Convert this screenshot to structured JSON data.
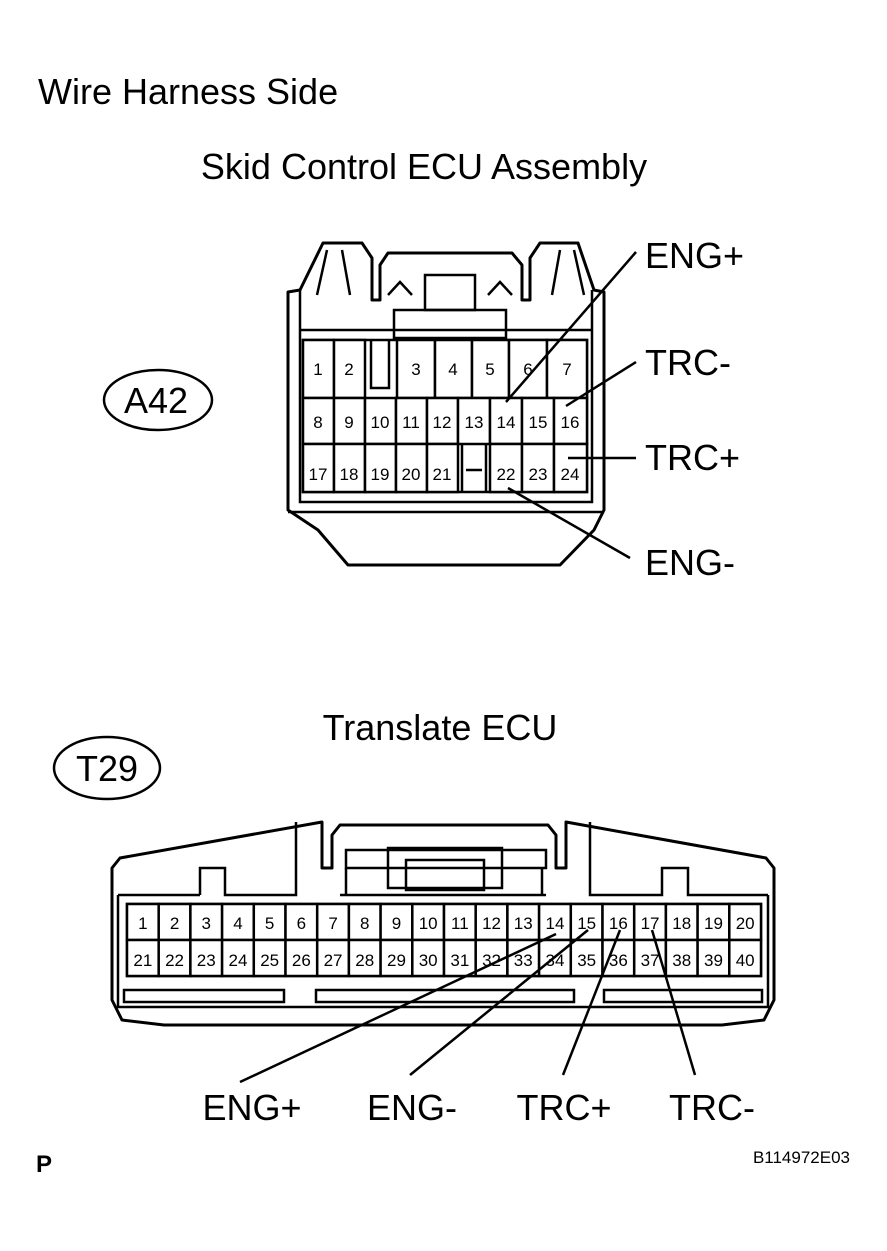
{
  "header": {
    "side_label": "Wire Harness Side"
  },
  "connector_a": {
    "title": "Skid Control ECU Assembly",
    "code": "A42",
    "pins_row1": [
      "1",
      "2",
      "3",
      "4",
      "5",
      "6",
      "7"
    ],
    "pins_row2": [
      "8",
      "9",
      "10",
      "11",
      "12",
      "13",
      "14",
      "15",
      "16"
    ],
    "pins_row3": [
      "17",
      "18",
      "19",
      "20",
      "21",
      "22",
      "23",
      "24"
    ],
    "labels": {
      "eng_plus": "ENG+",
      "trc_minus": "TRC-",
      "trc_plus": "TRC+",
      "eng_minus": "ENG-"
    }
  },
  "connector_b": {
    "title": "Translate ECU",
    "code": "T29",
    "pins_row1": [
      "1",
      "2",
      "3",
      "4",
      "5",
      "6",
      "7",
      "8",
      "9",
      "10",
      "11",
      "12",
      "13",
      "14",
      "15",
      "16",
      "17",
      "18",
      "19",
      "20"
    ],
    "pins_row2": [
      "21",
      "22",
      "23",
      "24",
      "25",
      "26",
      "27",
      "28",
      "29",
      "30",
      "31",
      "32",
      "33",
      "34",
      "35",
      "36",
      "37",
      "38",
      "39",
      "40"
    ],
    "labels": {
      "eng_plus": "ENG+",
      "eng_minus": "ENG-",
      "trc_plus": "TRC+",
      "trc_minus": "TRC-"
    }
  },
  "footer": {
    "corner_letter": "P",
    "figure_id": "B114972E03"
  }
}
